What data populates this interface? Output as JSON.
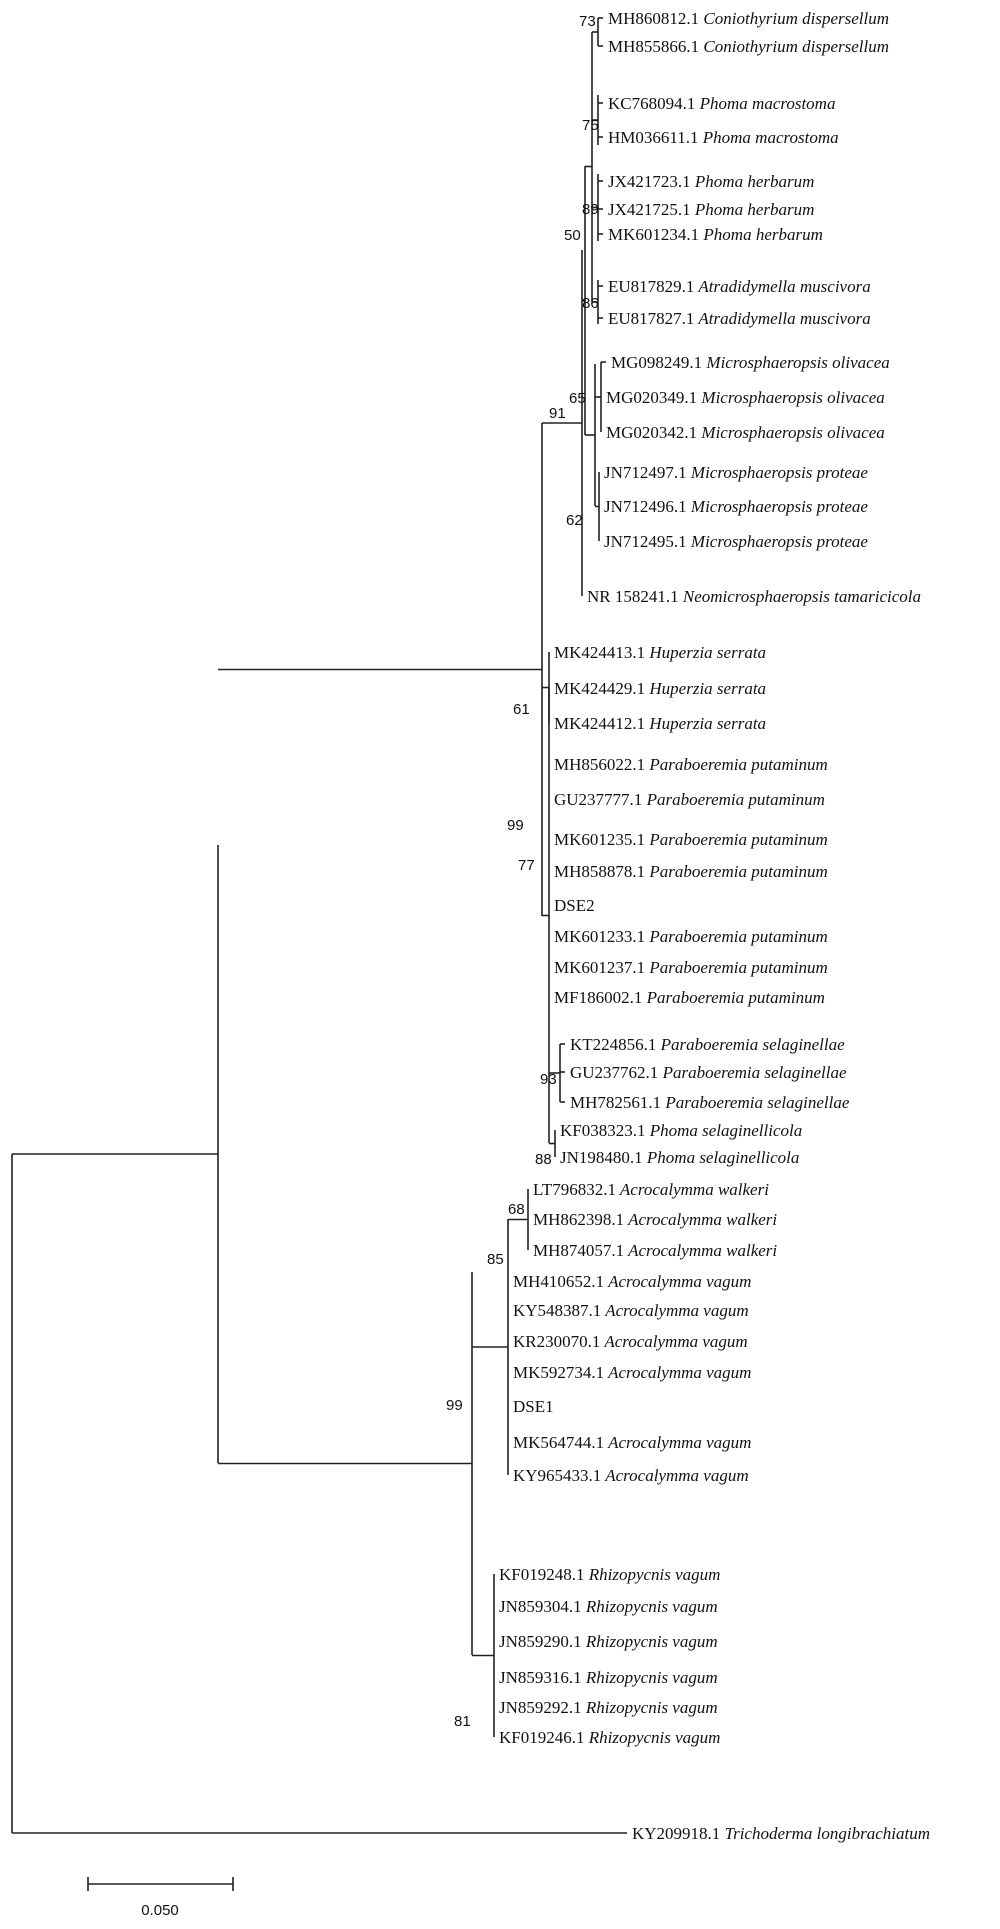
{
  "taxa": [
    {
      "id": "MH860812.1",
      "species": "Coniothyrium dispersellum"
    },
    {
      "id": "MH855866.1",
      "species": "Coniothyrium dispersellum"
    },
    {
      "id": "KC768094.1",
      "species": "Phoma macrostoma"
    },
    {
      "id": "HM036611.1",
      "species": "Phoma macrostoma"
    },
    {
      "id": "JX421723.1",
      "species": "Phoma herbarum"
    },
    {
      "id": "JX421725.1",
      "species": "Phoma herbarum"
    },
    {
      "id": "MK601234.1",
      "species": "Phoma herbarum"
    },
    {
      "id": "EU817829.1",
      "species": "Atradidymella muscivora"
    },
    {
      "id": "EU817827.1",
      "species": "Atradidymella muscivora"
    },
    {
      "id": "MG098249.1",
      "species": "Microsphaeropsis olivacea"
    },
    {
      "id": "MG020349.1",
      "species": "Microsphaeropsis olivacea"
    },
    {
      "id": "MG020342.1",
      "species": "Microsphaeropsis olivacea"
    },
    {
      "id": "JN712497.1",
      "species": "Microsphaeropsis proteae"
    },
    {
      "id": "JN712496.1",
      "species": "Microsphaeropsis proteae"
    },
    {
      "id": "JN712495.1",
      "species": "Microsphaeropsis proteae"
    },
    {
      "id": "NR 158241.1",
      "species": "Neomicrosphaeropsis tamaricicola"
    },
    {
      "id": "MK424413.1",
      "species": "Huperzia serrata"
    },
    {
      "id": "MK424429.1",
      "species": "Huperzia serrata"
    },
    {
      "id": "MK424412.1",
      "species": "Huperzia serrata"
    },
    {
      "id": "MH856022.1",
      "species": "Paraboeremia putaminum"
    },
    {
      "id": "GU237777.1",
      "species": "Paraboeremia putaminum"
    },
    {
      "id": "MK601235.1",
      "species": "Paraboeremia putaminum"
    },
    {
      "id": "MH858878.1",
      "species": "Paraboeremia putaminum"
    },
    {
      "id": "DSE2",
      "species": ""
    },
    {
      "id": "MK601233.1",
      "species": "Paraboeremia putaminum"
    },
    {
      "id": "MK601237.1",
      "species": "Paraboeremia putaminum"
    },
    {
      "id": "MF186002.1",
      "species": "Paraboeremia putaminum"
    },
    {
      "id": "KT224856.1",
      "species": "Paraboeremia selaginellae"
    },
    {
      "id": "GU237762.1",
      "species": "Paraboeremia selaginellae"
    },
    {
      "id": "MH782561.1",
      "species": "Paraboeremia selaginellae"
    },
    {
      "id": "KF038323.1",
      "species": "Phoma selaginellicola"
    },
    {
      "id": "JN198480.1",
      "species": "Phoma selaginellicola"
    },
    {
      "id": "LT796832.1",
      "species": "Acrocalymma walkeri"
    },
    {
      "id": "MH862398.1",
      "species": "Acrocalymma walkeri"
    },
    {
      "id": "MH874057.1",
      "species": "Acrocalymma walkeri"
    },
    {
      "id": "MH410652.1",
      "species": "Acrocalymma vagum"
    },
    {
      "id": "KY548387.1",
      "species": "Acrocalymma vagum"
    },
    {
      "id": "KR230070.1",
      "species": "Acrocalymma vagum"
    },
    {
      "id": "MK592734.1",
      "species": "Acrocalymma vagum"
    },
    {
      "id": "DSE1",
      "species": ""
    },
    {
      "id": "MK564744.1",
      "species": "Acrocalymma vagum"
    },
    {
      "id": "KY965433.1",
      "species": "Acrocalymma vagum"
    },
    {
      "id": "KF019248.1",
      "species": "Rhizopycnis vagum"
    },
    {
      "id": "JN859304.1",
      "species": "Rhizopycnis vagum"
    },
    {
      "id": "JN859290.1",
      "species": "Rhizopycnis vagum"
    },
    {
      "id": "JN859316.1",
      "species": "Rhizopycnis vagum"
    },
    {
      "id": "JN859292.1",
      "species": "Rhizopycnis vagum"
    },
    {
      "id": "KF019246.1",
      "species": "Rhizopycnis vagum"
    },
    {
      "id": "KY209918.1",
      "species": "Trichoderma longibrachiatum"
    }
  ],
  "bootstrap_values": [
    "73",
    "75",
    "89",
    "50",
    "86",
    "65",
    "91",
    "62",
    "61",
    "99",
    "77",
    "93",
    "88",
    "68",
    "85",
    "99",
    "81"
  ],
  "scale_bar": {
    "label": "0.050"
  },
  "colors": {
    "branch": "#222222",
    "text": "#111111",
    "background": "#ffffff"
  }
}
